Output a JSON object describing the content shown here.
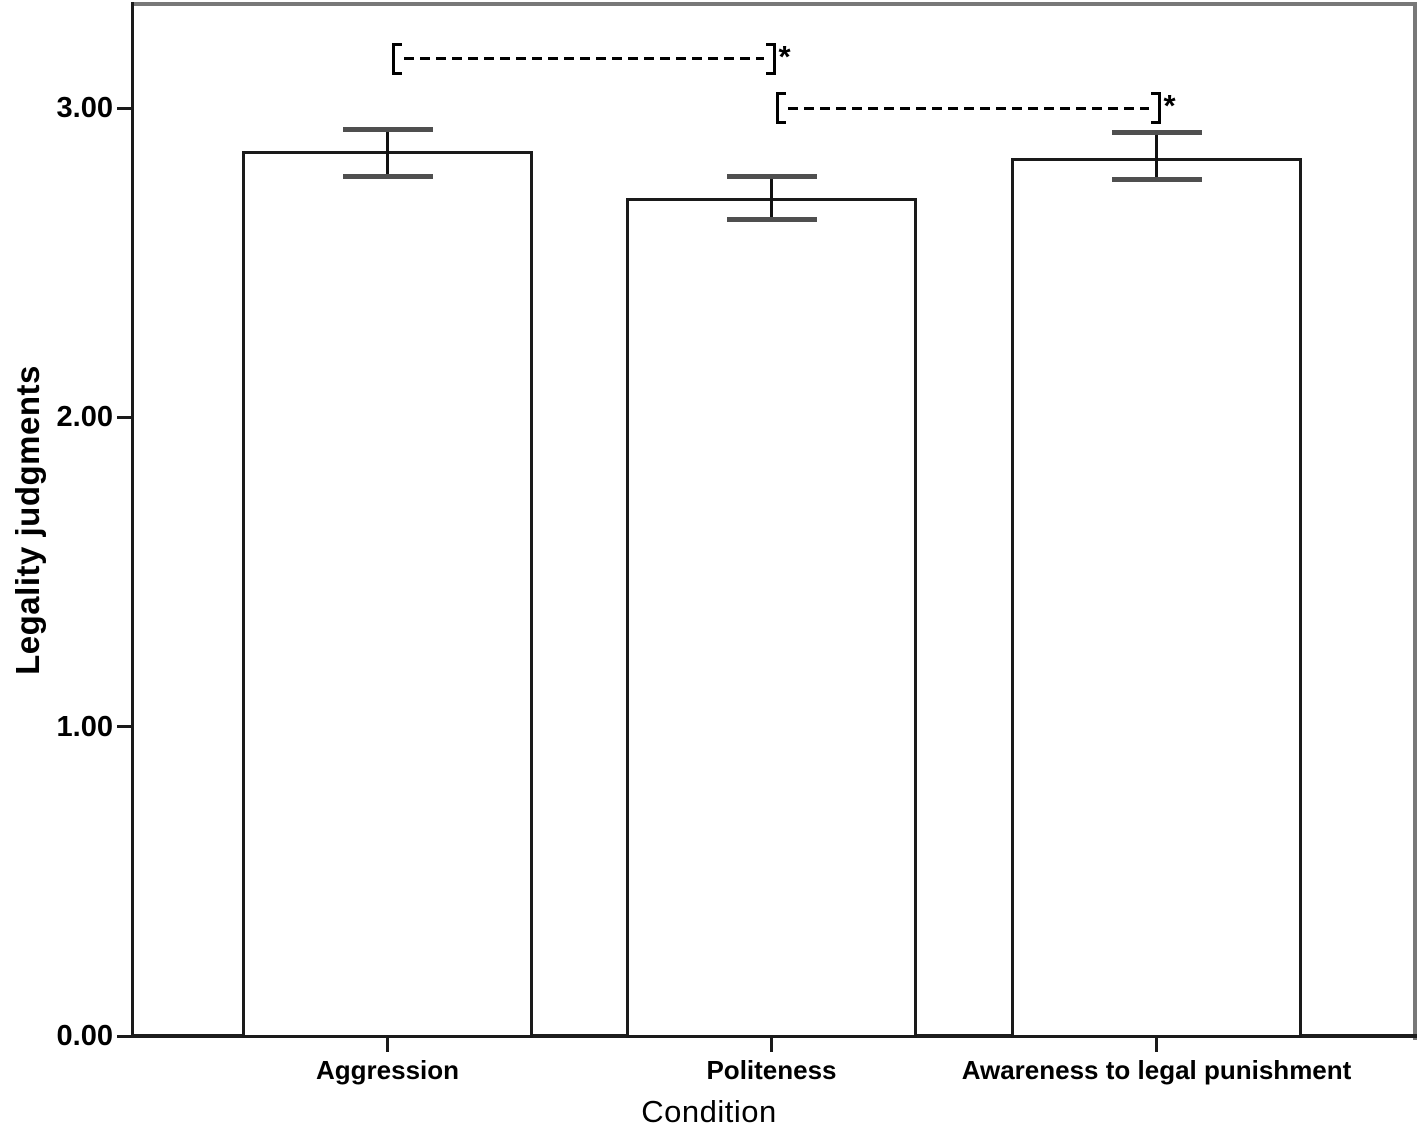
{
  "figure": {
    "background": "#ffffff",
    "frame_color": "#787878",
    "axis_color": "#1a1a1a",
    "tick_color": "#1a1a1a"
  },
  "chart_data": {
    "type": "bar",
    "title": "",
    "xlabel": "Condition",
    "ylabel": "Legality judgments",
    "categories": [
      "Aggression",
      "Politeness",
      "Awareness to legal punishment"
    ],
    "values": [
      2.86,
      2.71,
      2.84
    ],
    "error_upper": [
      2.93,
      2.78,
      2.92
    ],
    "error_lower": [
      2.78,
      2.64,
      2.77
    ],
    "ylim": [
      0,
      3.34
    ],
    "yticks": [
      {
        "value": 0,
        "label": "0.00"
      },
      {
        "value": 1,
        "label": "1.00"
      },
      {
        "value": 2,
        "label": "2.00"
      },
      {
        "value": 3,
        "label": "3.00"
      }
    ],
    "grid": false,
    "legend": "none",
    "bar_fill": "#ffffff",
    "bar_border": "#1a1a1a",
    "error_bar_color": "#111111",
    "error_cap_color": "#4f4f4f",
    "significance_brackets": [
      {
        "from_category": "Aggression",
        "to_category": "Politeness",
        "from": 0,
        "to": 1,
        "y": 3.16,
        "label": "*",
        "style": "dashed"
      },
      {
        "from_category": "Politeness",
        "to_category": "Awareness to legal punishment",
        "from": 1,
        "to": 2,
        "y": 3.0,
        "label": "*",
        "style": "dashed"
      }
    ]
  }
}
